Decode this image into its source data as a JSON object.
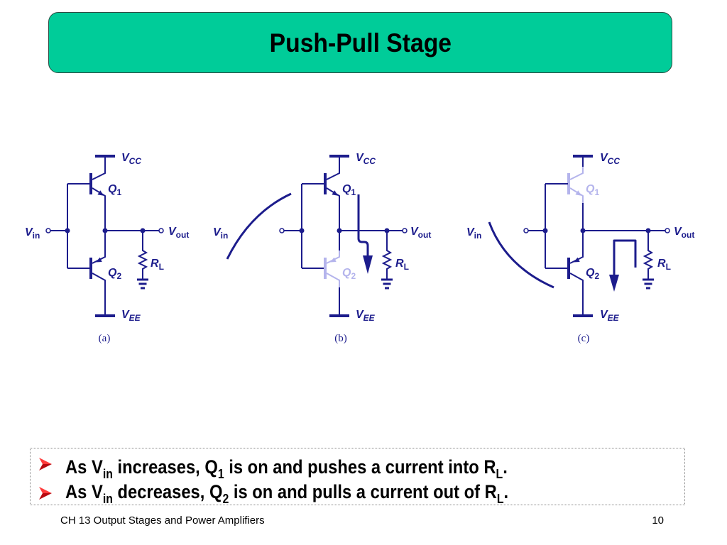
{
  "slide": {
    "title": "Push-Pull Stage",
    "footer_text": "CH 13 Output Stages and Power Amplifiers",
    "page_number": "10"
  },
  "colors": {
    "title_bg": "#00CC99",
    "circuit": "#1C1C8C",
    "inactive_device": "#B4B4EC",
    "bullet_arrow": "#E0141C"
  },
  "labels": {
    "vcc": {
      "base": "V",
      "sub": "CC"
    },
    "vee": {
      "base": "V",
      "sub": "EE"
    },
    "vin": {
      "base": "V",
      "sub": "in"
    },
    "vout": {
      "base": "V",
      "sub": "out"
    },
    "q1": {
      "base": "Q",
      "sub": "1"
    },
    "q2": {
      "base": "Q",
      "sub": "2"
    },
    "rl": {
      "base": "R",
      "sub": "L"
    }
  },
  "figures": [
    {
      "caption": "(a)",
      "faded_transistor": null,
      "vin_trend": null
    },
    {
      "caption": "(b)",
      "faded_transistor": "Q2",
      "vin_trend": "increasing"
    },
    {
      "caption": "(c)",
      "faded_transistor": "Q1",
      "vin_trend": "decreasing"
    }
  ],
  "bullets": [
    {
      "t1": "As V",
      "s1": "in",
      "t2": " increases, Q",
      "s2": "1",
      "t3": " is on and pushes a current into R",
      "s3": "L",
      "t4": "."
    },
    {
      "t1": "As V",
      "s1": "in",
      "t2": " decreases, Q",
      "s2": "2",
      "t3": " is on and pulls a current out of R",
      "s3": "L",
      "t4": "."
    }
  ]
}
